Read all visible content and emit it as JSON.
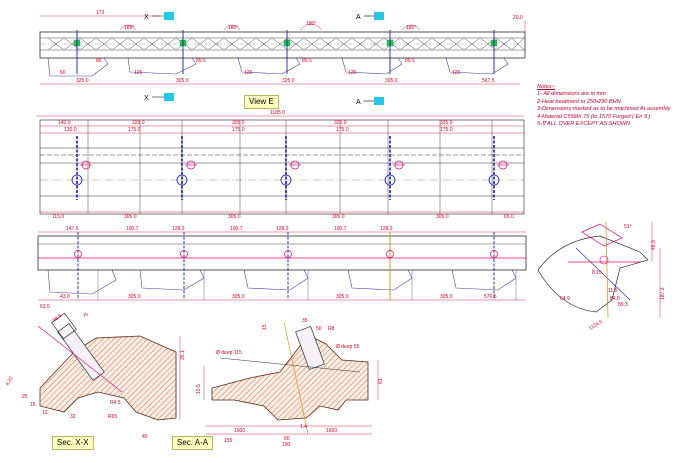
{
  "view_labels": {
    "view_e": "View E",
    "sec_xx": "Sec. X-X",
    "sec_aa": "Sec. A-A"
  },
  "section_markers": {
    "x_top": "X",
    "a_top": "A",
    "x_mid": "X",
    "a_mid": "A"
  },
  "notes": {
    "title": "Notes:-",
    "items": [
      "1- All dimensions are in mm",
      "2-Heat treatment to 250•290 BHN",
      "3-Dimensions marked as to be machined At assembly",
      "4-Material C55Mn 75 (to 1570 Forged ( En 9 )",
      "5-∇ ALL OVER EXCEPT AS SHOWN"
    ]
  },
  "top_view_dims": {
    "overall_top": [
      "173",
      "189°",
      "180°",
      "180°",
      "180°"
    ],
    "right_top": "20.0",
    "lower": [
      "325.0",
      "305.0",
      "325.0",
      "305.0",
      "567.5"
    ],
    "pitch": [
      "125",
      "125",
      "125",
      "125",
      "60"
    ],
    "side": [
      "86",
      "89.5",
      "89.5",
      "89.5"
    ]
  },
  "view_e_dims": {
    "overall": "1185.0",
    "top_row": [
      "140.0",
      "325.0",
      "305.0",
      "325.0"
    ],
    "second_row": [
      "130.0",
      "175.0",
      "175.0",
      "175.0",
      "175.0"
    ],
    "bottom_row": [
      "115.0",
      "305.0",
      "305.0",
      "305.0",
      "305.0",
      "65.0"
    ]
  },
  "front_view_dims": {
    "top_row": [
      "147.5",
      "190.7",
      "128.3",
      "190.7",
      "128.3",
      "190.7",
      "128.3"
    ],
    "bottom_row": [
      "43.0",
      "305.0",
      "305.0",
      "305.0",
      "305.0",
      "576.5"
    ],
    "bottom_left": "63.5"
  },
  "side_detail_dims": [
    "46.3",
    "187.3",
    "1124.5",
    "11.5",
    "84.0",
    "89.3",
    "64.9",
    "8.15",
    "51°"
  ],
  "sec_xx_dims": [
    "35.1",
    "88.5",
    "75",
    "R65",
    "4.20",
    "25",
    "15",
    "12",
    "32",
    "40",
    "R4.5"
  ],
  "sec_aa_dims": [
    "Ø deep 115",
    "Ø deep 55",
    "R8",
    "15",
    "35",
    "50",
    "61",
    "10.5",
    "1.4",
    "80",
    "1600",
    "190",
    "155"
  ]
}
